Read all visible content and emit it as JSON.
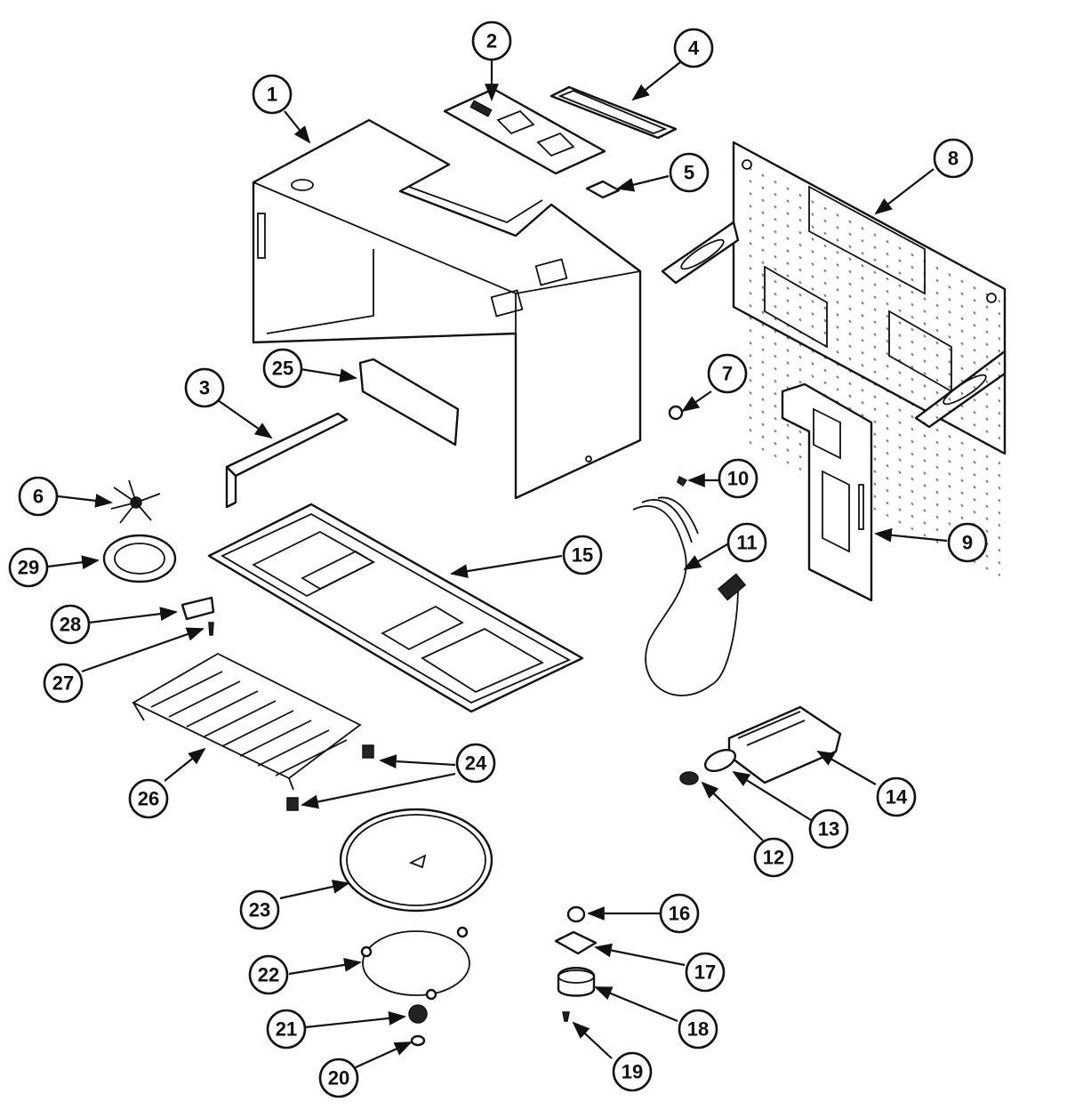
{
  "diagram": {
    "colors": {
      "line": "#111111",
      "background": "#ffffff"
    },
    "callouts": [
      "1",
      "2",
      "3",
      "4",
      "5",
      "6",
      "7",
      "8",
      "9",
      "10",
      "11",
      "12",
      "13",
      "14",
      "15",
      "16",
      "17",
      "18",
      "19",
      "20",
      "21",
      "22",
      "23",
      "24",
      "25",
      "26",
      "27",
      "28",
      "29"
    ]
  }
}
